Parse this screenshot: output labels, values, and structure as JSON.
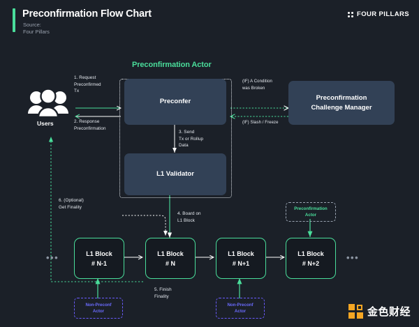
{
  "header": {
    "title": "Preconfirmation Flow Chart",
    "source_label": "Source:",
    "source_name": "Four Pillars",
    "brand": "FOUR PILLARS",
    "brand_icon": "four-dots-icon",
    "accent_color": "#4ade9b"
  },
  "diagram": {
    "group_title": "Preconfirmation Actor",
    "actors": {
      "users_label": "Users",
      "users_icon": "people-group-icon"
    },
    "nodes": {
      "preconfer": "Preconfer",
      "l1_validator": "L1 Validator",
      "challenge_manager_line1": "Preconfirmation",
      "challenge_manager_line2": "Challenge Manager"
    },
    "blocks": [
      {
        "title": "L1 Block",
        "num": "# N-1"
      },
      {
        "title": "L1 Block",
        "num": "# N"
      },
      {
        "title": "L1 Block",
        "num": "# N+1"
      },
      {
        "title": "L1 Block",
        "num": "# N+2"
      }
    ],
    "ellipsis_left": "•••",
    "ellipsis_right": "•••",
    "edge_labels": {
      "step1": "1. Request\nPreconfirmed\nTx",
      "step2": "2. Response\nPreconfirmation",
      "step3": "3. Send\nTx or Rollup\nData",
      "step4": "4. Board on\nL1 Block",
      "step5": "5. Finish\nFinality",
      "step6": "6. (Optional)\nGet Finality",
      "if_condition": "(IF) A Condition\nwas Broken",
      "if_slash": "(IF) Slash / Freeze"
    },
    "tags": {
      "non_preconf_1_line1": "Non-Preconf",
      "non_preconf_1_line2": "Actor",
      "non_preconf_2_line1": "Non-Preconf",
      "non_preconf_2_line2": "Actor",
      "preconf_actor_line1": "Preconfirmation",
      "preconf_actor_line2": "Actor"
    },
    "colors": {
      "background": "#1b2028",
      "card": "#324156",
      "block_border": "#4ade9b",
      "green": "#4ade9b",
      "purple": "#6b5cff",
      "white": "#ffffff"
    }
  },
  "watermark": {
    "text": "金色财经",
    "icon": "jinse-logo-icon",
    "color": "#f5a623"
  }
}
